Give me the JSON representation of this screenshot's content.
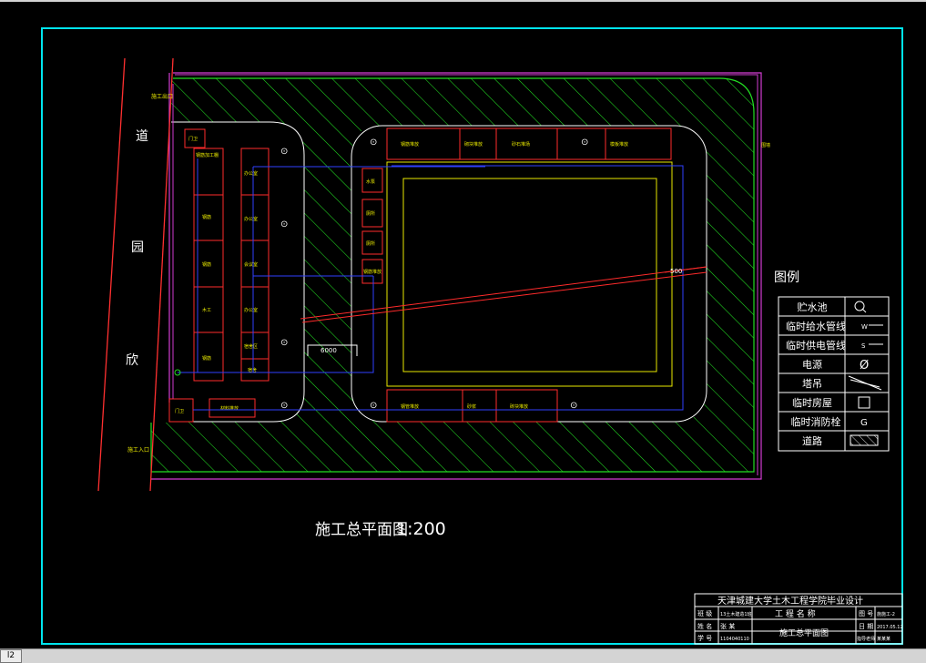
{
  "window": {
    "tab_label": "l2"
  },
  "colors": {
    "background": "#000000",
    "frame": "#00e5ee",
    "boundary": "#d23cd2",
    "hatch": "#22dd22",
    "road": "#ffffff",
    "building": "#ff2b2b",
    "water_pipe": "#3040ff",
    "label": "#e8e800",
    "inner_pit": "#e8e800",
    "title_text": "#ffffff"
  },
  "site": {
    "road_chars": [
      "道",
      "园",
      "欣"
    ],
    "entrance_top": "施工出口",
    "entrance_bottom": "施工入口",
    "dimension_6000": "6000",
    "dimension_500": "500",
    "label_right": "围墙"
  },
  "buildings": {
    "left_col_a": [
      "钢筋加工棚",
      "钢筋",
      "钢筋",
      "木工",
      "钢筋"
    ],
    "left_col_b": [
      "办公室",
      "办公室",
      "会议室",
      "办公室",
      "宿舍区",
      "宿舍"
    ],
    "left_small_top": "门卫",
    "left_small_bottom": "门卫",
    "left_bottom_long": "材料堆放",
    "mid_col": [
      "水泵",
      "厕所",
      "厕所",
      "钢筋堆放"
    ],
    "top_row": [
      "钢筋堆放",
      "砌块堆放",
      "砂石堆场",
      "模板堆放"
    ],
    "bottom_row": [
      "钢管堆放",
      "砂浆",
      "砖块堆放"
    ]
  },
  "legend": {
    "title": "图例",
    "rows": [
      {
        "label": "贮水池",
        "symbol": "circle-q-icon"
      },
      {
        "label": "临时给水管线",
        "symbol": "w-line-icon",
        "text": "W"
      },
      {
        "label": "临时供电管线",
        "symbol": "s-line-icon",
        "text": "S"
      },
      {
        "label": "电源",
        "symbol": "power-source-icon",
        "text": "Ø"
      },
      {
        "label": "塔吊",
        "symbol": "tower-crane-icon"
      },
      {
        "label": "临时房屋",
        "symbol": "square-icon"
      },
      {
        "label": "临时消防栓",
        "symbol": "hydrant-icon",
        "text": "G"
      },
      {
        "label": "道路",
        "symbol": "hatched-road-icon"
      }
    ]
  },
  "drawing_title": {
    "text": "施工总平面图",
    "scale": "1:200"
  },
  "title_block": {
    "school": "天津城建大学土木工程学院毕业设计",
    "project_header": "工 程 名 称",
    "drawing_name": "施工总平面图",
    "row_labels": [
      "班 级",
      "姓 名",
      "学 号"
    ],
    "row_values": [
      "13土木建造1班",
      "张 某",
      "1104040110"
    ],
    "right_labels": [
      "图 号",
      "日 期",
      "指导老师"
    ],
    "right_values": [
      "施施工-2",
      "2017.05.12",
      "某某某"
    ]
  }
}
